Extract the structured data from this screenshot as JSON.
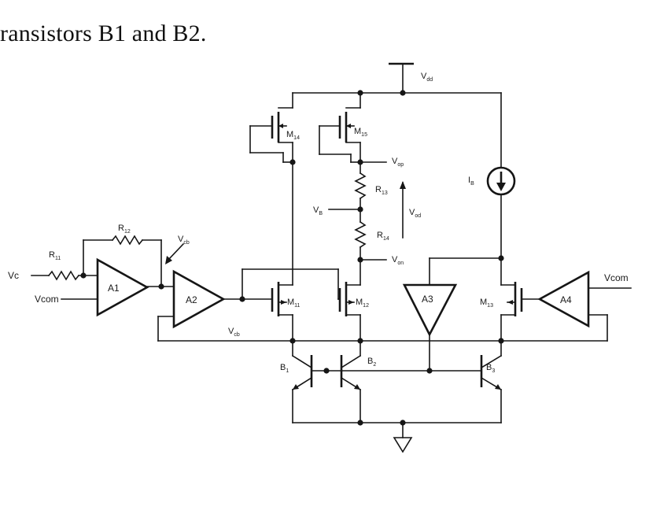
{
  "header": {
    "text": "ransistors B1 and B2."
  },
  "labels": {
    "vdd_main": "V",
    "vdd_sub": "dd",
    "m14_main": "M",
    "m14_sub": "14",
    "m15_main": "M",
    "m15_sub": "15",
    "vop_main": "V",
    "vop_sub": "op",
    "r13_main": "R",
    "r13_sub": "13",
    "vod_main": "V",
    "vod_sub": "od",
    "vb_main": "V",
    "vb_sub": "B",
    "r14_main": "R",
    "r14_sub": "14",
    "von_main": "V",
    "von_sub": "on",
    "ib_main": "I",
    "ib_sub": "B",
    "r12_main": "R",
    "r12_sub": "12",
    "r11_main": "R",
    "r11_sub": "11",
    "vcb_top_main": "V",
    "vcb_top_sub": "cb",
    "vc": "Vc",
    "vcom_left": "Vcom",
    "a1": "A1",
    "a2": "A2",
    "a3": "A3",
    "a4": "A4",
    "m11_main": "M",
    "m11_sub": "11",
    "m12_main": "M",
    "m12_sub": "12",
    "m13_main": "M",
    "m13_sub": "13",
    "vcom_right": "Vcom",
    "vcb_bot_main": "V",
    "vcb_bot_sub": "cb",
    "b1_main": "B",
    "b1_sub": "1",
    "b2_main": "B",
    "b2_sub": "2",
    "b3_main": "B",
    "b3_sub": "3"
  }
}
